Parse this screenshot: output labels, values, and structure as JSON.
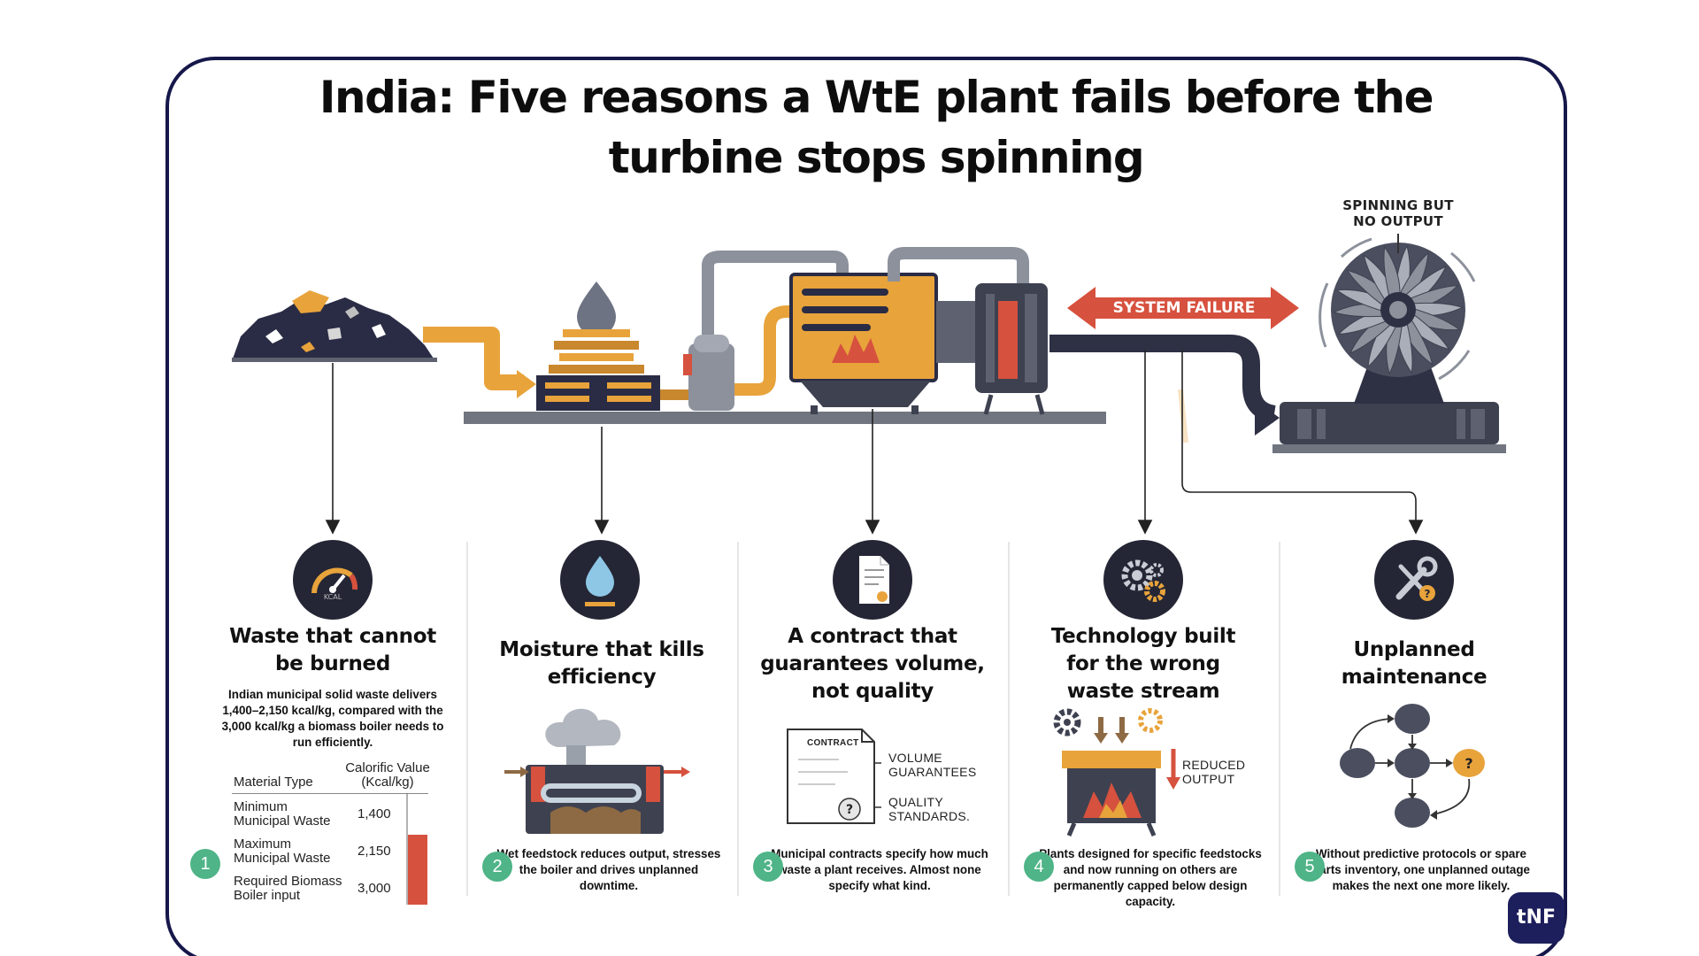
{
  "title": {
    "line1": "India: Five reasons a WtE plant fails before the",
    "line2": "turbine stops spinning"
  },
  "diagram": {
    "turbine_label_line1": "SPINNING BUT",
    "turbine_label_line2": "NO OUTPUT",
    "system_failure": "SYSTEM FAILURE"
  },
  "columns": [
    {
      "number": "1",
      "icon": "calorific-gauge-icon",
      "icon_text": "KCAL",
      "heading_line1": "Waste that cannot",
      "heading_line2": "be burned",
      "body": "Indian municipal solid waste delivers 1,400–2,150 kcal/kg, compared with the 3,000 kcal/kg a biomass boiler needs to run efficiently.",
      "table": {
        "col1": "Material Type",
        "col2_line1": "Calorific Value",
        "col2_line2": "(Kcal/kg)",
        "rows": [
          {
            "type_line1": "Minimum",
            "type_line2": "Municipal Waste",
            "value": "1,400",
            "num": 1400
          },
          {
            "type_line1": "Maximum",
            "type_line2": "Municipal Waste",
            "value": "2,150",
            "num": 2150
          },
          {
            "type_line1": "Required Biomass",
            "type_line2": "Boiler input",
            "value": "3,000",
            "num": 3000
          }
        ]
      }
    },
    {
      "number": "2",
      "icon": "water-drop-icon",
      "heading_line1": "Moisture that kills",
      "heading_line2": "efficiency",
      "body": "Wet feedstock reduces output, stresses the boiler and drives unplanned downtime."
    },
    {
      "number": "3",
      "icon": "contract-document-icon",
      "heading_line1": "A contract that",
      "heading_line2": "guarantees volume,",
      "heading_line3": "not quality",
      "contract_label": "CONTRACT",
      "label_volume_line1": "VOLUME",
      "label_volume_line2": "GUARANTEES",
      "label_quality_line1": "QUALITY",
      "label_quality_line2": "STANDARDS.",
      "body": "Municipal contracts specify how much waste a plant receives. Almost none specify what kind."
    },
    {
      "number": "4",
      "icon": "gears-icon",
      "heading_line1": "Technology built",
      "heading_line2": "for the wrong",
      "heading_line3": "waste stream",
      "label_output_line1": "REDUCED",
      "label_output_line2": "OUTPUT",
      "body": "Plants designed for specific feedstocks and now running on others are permanently capped below design capacity."
    },
    {
      "number": "5",
      "icon": "wrench-screwdriver-icon",
      "heading_line1": "Unplanned",
      "heading_line2": "maintenance",
      "body": "Without predictive protocols or spare parts inventory, one unplanned outage makes the next one more likely."
    }
  ],
  "logo": "tNF",
  "colors": {
    "frame": "#16174a",
    "accent_orange": "#e8a33b",
    "dark_navy": "#242635",
    "badge_green": "#4fb487",
    "alert_red": "#d6513e",
    "machine_grey": "#5e6270"
  }
}
